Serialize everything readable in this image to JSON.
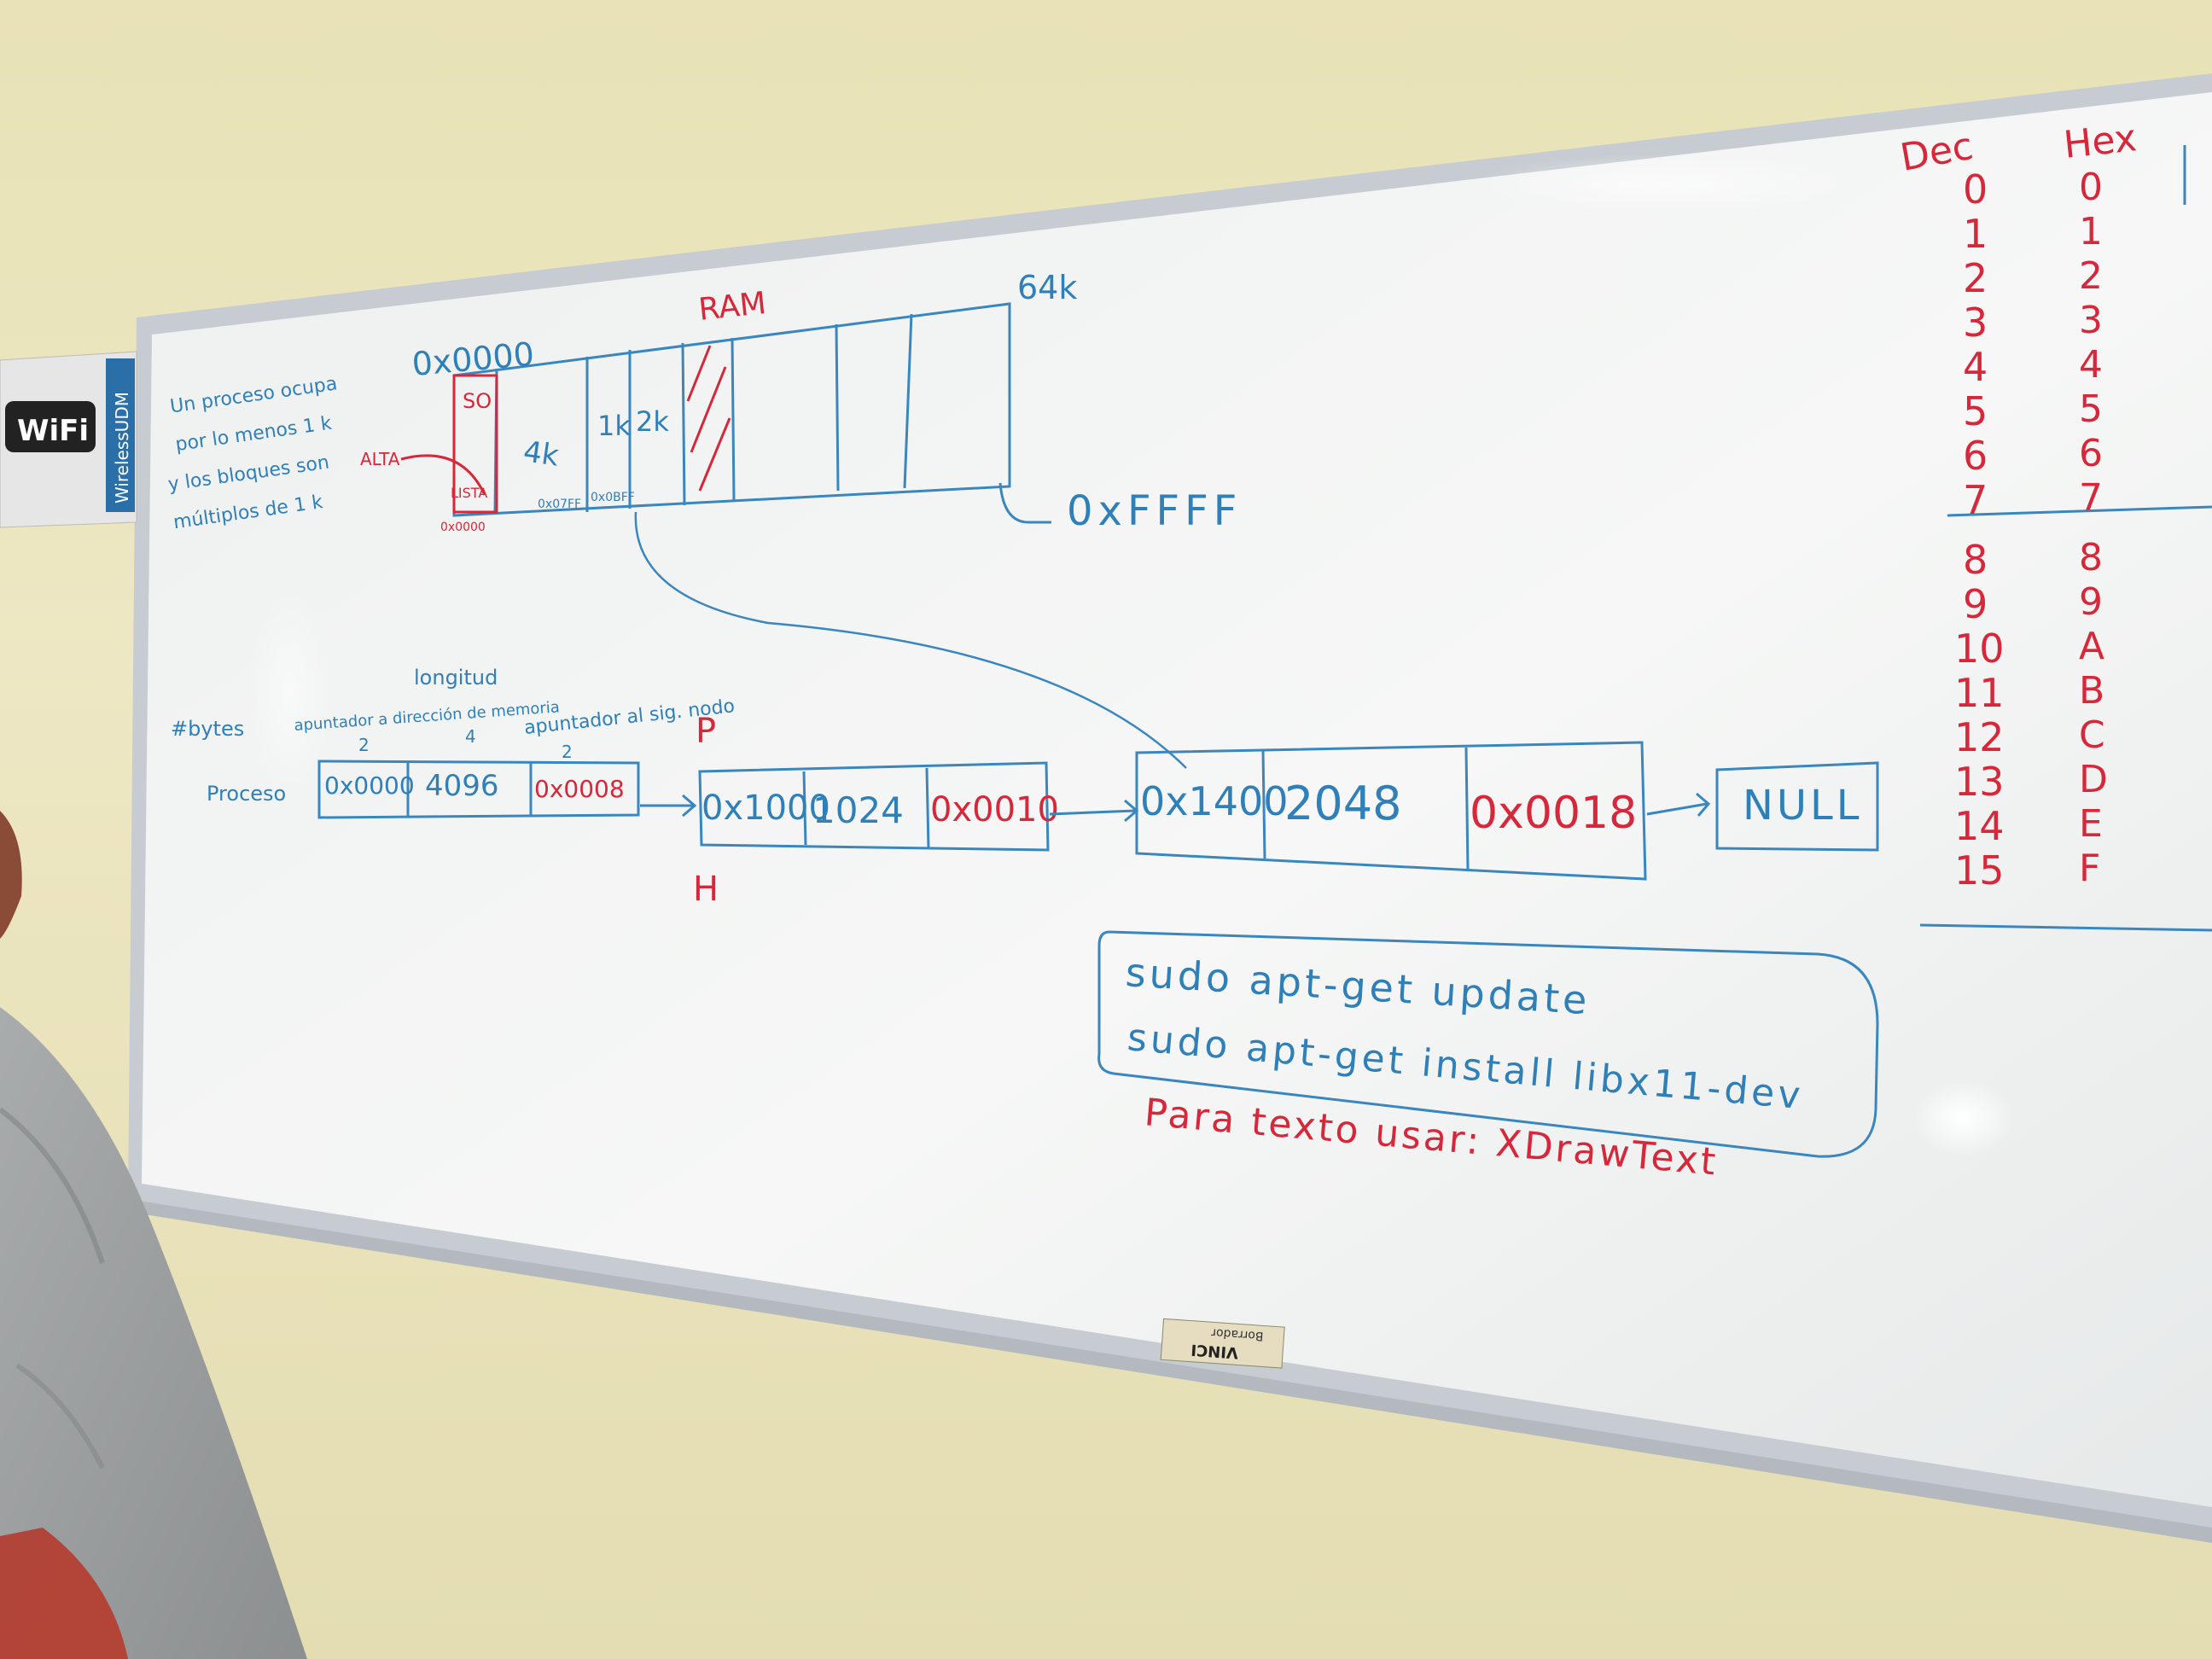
{
  "sign": {
    "label": "WiFi",
    "brand": "WirelessUDM"
  },
  "board": {
    "note_lines": [
      "Un proceso ocupa",
      "por lo menos 1 k",
      "y los bloques son",
      "múltiplos de 1 k"
    ],
    "ram": {
      "title": "RAM",
      "start_address": "0x0000",
      "end_address": "0xFFFF",
      "size_label": "64k",
      "alta_label": "ALTA",
      "lista_label": "LISTA",
      "block_labels": [
        "SO",
        "4k",
        "1k",
        "2k"
      ],
      "small_addresses": [
        "0x0000",
        "0x07FF",
        "0x0BFF"
      ]
    },
    "column_headers": [
      "apuntador a dirección de memoria",
      "longitud",
      "apuntador al sig. nodo"
    ],
    "column_marks": [
      "2",
      "4",
      "2"
    ],
    "row_labels": [
      "#bytes",
      "Proceso"
    ],
    "pointer_labels": [
      "P",
      "H"
    ],
    "nodes": [
      {
        "address": "0x0000",
        "length": "4096",
        "next": "0x0008"
      },
      {
        "address": "0x1000",
        "length": "1024",
        "next": "0x0010"
      },
      {
        "address": "0x1400",
        "length": "2048",
        "next": "0x0018"
      }
    ],
    "null_label": "NULL",
    "commands": [
      "sudo apt-get update",
      "sudo apt-get install libx11-dev"
    ],
    "text_note": "Para texto usar: XDrawText",
    "table": {
      "headers": [
        "Dec",
        "Hex"
      ],
      "dec": [
        "0",
        "1",
        "2",
        "3",
        "4",
        "5",
        "6",
        "7",
        "8",
        "9",
        "10",
        "11",
        "12",
        "13",
        "14",
        "15"
      ],
      "hex": [
        "0",
        "1",
        "2",
        "3",
        "4",
        "5",
        "6",
        "7",
        "8",
        "9",
        "A",
        "B",
        "C",
        "D",
        "E",
        "F"
      ]
    }
  },
  "eraser": {
    "brand": "VINCI",
    "label": "Borrador"
  },
  "colors": {
    "wall": "#ece6bf",
    "board": "#f4f5f4",
    "frame": "#c9cfd4",
    "blue_marker": "#2f7fb8",
    "red_marker": "#d6283a"
  }
}
